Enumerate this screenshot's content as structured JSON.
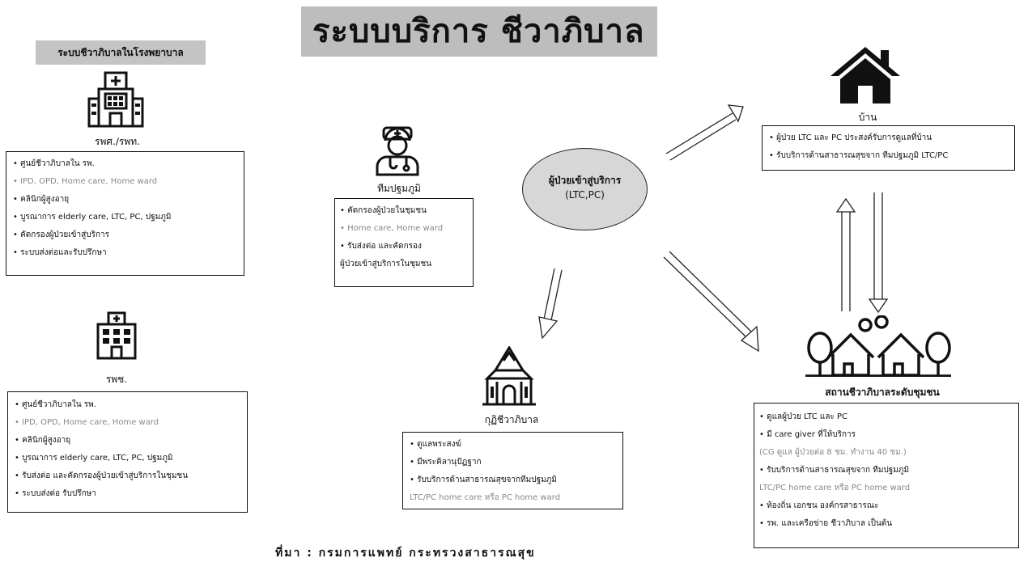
{
  "title": "ระบบบริการ ชีวาภิบาล",
  "hospital_section_title": "ระบบชีวาภิบาลในโรงพยาบาล",
  "center": {
    "line1": "ผู้ป่วยเข้าสู่บริการ",
    "line2": "(LTC,PC)"
  },
  "nodes": {
    "large_hospital": {
      "icon": "hospital-icon",
      "caption": "รพศ./รพท.",
      "items": [
        "• ศูนย์ชีวาภิบาลใน รพ.",
        "• IPD, OPD, Home care, Home ward",
        "• คลินิกผู้สูงอายุ",
        "• บูรณาการ elderly care, LTC, PC, ปฐมภูมิ",
        "• คัดกรองผู้ป่วยเข้าสู่บริการ",
        "• ระบบส่งต่อและรับปรึกษา"
      ]
    },
    "community_hospital": {
      "icon": "hospital-icon",
      "caption": "รพช.",
      "items": [
        "• ศูนย์ชีวาภิบาลใน รพ.",
        "• IPD, OPD, Home care, Home ward",
        "• คลินิกผู้สูงอายุ",
        "• บูรณาการ elderly care, LTC, PC, ปฐมภูมิ",
        "• รับส่งต่อ และคัดกรองผู้ป่วยเข้าสู่บริการในชุมชน",
        "• ระบบส่งต่อ รับปรึกษา"
      ]
    },
    "primary_care": {
      "icon": "doctor-icon",
      "caption": "ทีมปฐมภูมิ",
      "items": [
        "• คัดกรองผู้ป่วยในชุมชน",
        "• Home care, Home ward",
        "• รับส่งต่อ และคัดกรอง",
        "ผู้ป่วยเข้าสู่บริการในชุมชน"
      ]
    },
    "temple": {
      "icon": "temple-icon",
      "caption": "กุฏิชีวาภิบาล",
      "items": [
        "• ดูแลพระสงฆ์",
        "• มีพระคิลานุปัฏฐาก",
        "• รับบริการด้านสาธารณสุขจากทีมปฐมภูมิ",
        "LTC/PC home care หรือ PC home ward"
      ]
    },
    "home": {
      "icon": "house-icon",
      "caption": "บ้าน",
      "items": [
        "•      ผู้ป่วย LTC และ PC ประสงค์รับการดูแลที่บ้าน",
        "•      รับบริการด้านสาธารณสุขจาก ทีมปฐมภูมิ LTC/PC"
      ]
    },
    "community_center": {
      "icon": "community-icon",
      "caption": "สถานชีวาภิบาลระดับชุมชน",
      "items": [
        "•      ดูแลผู้ป่วย LTC และ PC",
        "•      มี care giver ที่ให้บริการ",
        "        (CG ดูแล ผู้ป่วยต่อ 8 ชม. ทำงาน 40 ชม.)",
        "•      รับบริการด้านสาธารณสุขจาก ทีมปฐมภูมิ",
        "LTC/PC home care หรือ PC home ward",
        "•      ท้องถิ่น เอกชน องค์กรสาธารณะ",
        "•      รพ. และเครือข่าย ชีวาภิบาล เป็นต้น"
      ]
    }
  },
  "footer_text": "ที่มา : กรมการแพทย์ กระทรวงสาธารณสุข"
}
